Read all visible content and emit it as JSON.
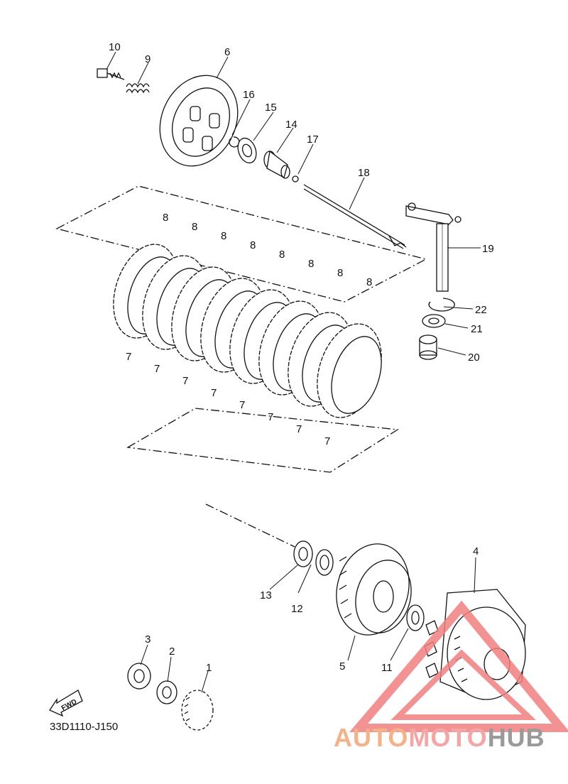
{
  "diagram": {
    "code": "33D1110-J150",
    "fwd_label": "FWD",
    "callouts": {
      "c1": "1",
      "c2": "2",
      "c3": "3",
      "c4": "4",
      "c5": "5",
      "c6": "6",
      "c9": "9",
      "c10": "10",
      "c11": "11",
      "c12": "12",
      "c13": "13",
      "c14": "14",
      "c15": "15",
      "c16": "16",
      "c17": "17",
      "c18": "18",
      "c19": "19",
      "c20": "20",
      "c21": "21",
      "c22": "22",
      "p8": [
        "8",
        "8",
        "8",
        "8",
        "8",
        "8",
        "8",
        "8"
      ],
      "p7": [
        "7",
        "7",
        "7",
        "7",
        "7",
        "7",
        "7",
        "7"
      ]
    }
  },
  "watermark": {
    "auto": "AUTO",
    "moto": "MOTO",
    "hub": "HUB",
    "color": "#f08080"
  }
}
